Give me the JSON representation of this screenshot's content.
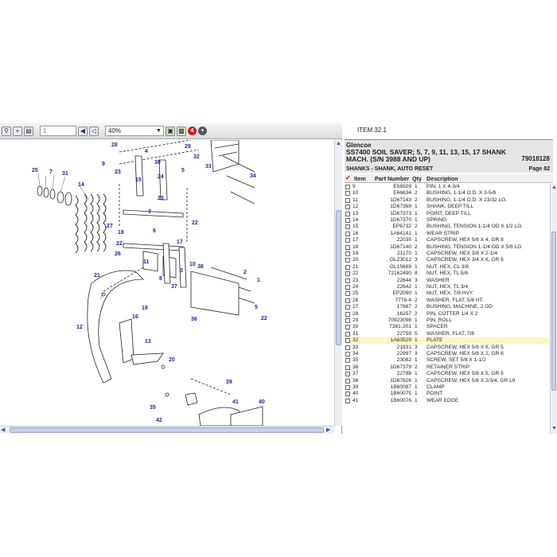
{
  "toolbar": {
    "page_value": "1",
    "zoom_value": "40%",
    "badge_value": "4",
    "icons": [
      "search-icon",
      "zoom-in-icon",
      "print-icon",
      "first-page-icon",
      "prev-page-icon",
      "next-page-icon",
      "last-page-icon",
      "fit-page-icon",
      "fit-width-icon",
      "info-icon",
      "add-icon"
    ]
  },
  "item": {
    "label": "ITEM 32.1"
  },
  "header": {
    "brand": "Glencoe",
    "title": "SS7400 SOIL SAVER; 5, 7, 9, 11, 13, 15, 17 SHANK MACH. (S/N 3988 AND UP)",
    "doc_number": "79018128",
    "section": "SHANKS - SHANK, AUTO RESET",
    "page": "Page 82"
  },
  "columns": {
    "item": "Item",
    "part": "Part Number",
    "qty": "Qty",
    "desc": "Description"
  },
  "parts": [
    {
      "item": "9",
      "part": "E56509",
      "qty": "1",
      "desc": "PIN, 1 X 4-3/4"
    },
    {
      "item": "10",
      "part": "E66634",
      "qty": "2",
      "desc": "BUSHING, 1-1/4 O.D. X 3-5/8"
    },
    {
      "item": "11",
      "part": "1D67143",
      "qty": "2",
      "desc": "BUSHING, 1-1/4 O.D. X 23/32 LG."
    },
    {
      "item": "12",
      "part": "1D67369",
      "qty": "1",
      "desc": "SHANK, DEEP TILL"
    },
    {
      "item": "13",
      "part": "1D67373",
      "qty": "1",
      "desc": "POINT, DEEP TILL"
    },
    {
      "item": "14",
      "part": "1D67370",
      "qty": "1",
      "desc": "SPRING"
    },
    {
      "item": "15",
      "part": "EP6732",
      "qty": "2",
      "desc": "BUSHING, TENSION 1-1/4 OD X 1/2 LG."
    },
    {
      "item": "16",
      "part": "1A64141",
      "qty": "1",
      "desc": "WEAR STRIP"
    },
    {
      "item": "17",
      "part": "22035",
      "qty": "1",
      "desc": "CAPSCREW, HEX 5/8 X 4, GR 8"
    },
    {
      "item": "18",
      "part": "1D67140",
      "qty": "2",
      "desc": "BUSHING, TENSION 1-1/4 OD X 5/8 LG"
    },
    {
      "item": "19",
      "part": "21170",
      "qty": "1",
      "desc": "CAPSCREW, HEX 3/8 X 2-1/4"
    },
    {
      "item": "20",
      "part": "GL23012",
      "qty": "3",
      "desc": "CAPSCREW, HEX 3/4 X 6, GR 8"
    },
    {
      "item": "21",
      "part": "GL15689",
      "qty": "1",
      "desc": "NUT, HEX, CL 3/8"
    },
    {
      "item": "22",
      "part": "72162490",
      "qty": "8",
      "desc": "NUT, HEX, TL 5/8"
    },
    {
      "item": "23",
      "part": "22644",
      "qty": "3",
      "desc": "WASHER"
    },
    {
      "item": "24",
      "part": "22642",
      "qty": "1",
      "desc": "NUT, HEX, TL 3/4"
    },
    {
      "item": "25",
      "part": "EP2090",
      "qty": "1",
      "desc": "NUT, HEX, 7/8 HVY."
    },
    {
      "item": "26",
      "part": "7778-4",
      "qty": "2",
      "desc": "WASHER, FLAT, 5/8 HT."
    },
    {
      "item": "27",
      "part": "17887",
      "qty": "2",
      "desc": "BUSHING, MACHINE, 2 OD"
    },
    {
      "item": "28",
      "part": "16257",
      "qty": "2",
      "desc": "PIN, COTTER 1/4 X 2"
    },
    {
      "item": "29",
      "part": "70923098",
      "qty": "1",
      "desc": "PIN, ROLL"
    },
    {
      "item": "30",
      "part": "7381-201",
      "qty": "1",
      "desc": "SPACER"
    },
    {
      "item": "31",
      "part": "22759",
      "qty": "5",
      "desc": "WASHER, FLAT, 7/8"
    },
    {
      "item": "32",
      "part": "1A63529",
      "qty": "1",
      "desc": "PLATE"
    },
    {
      "item": "33",
      "part": "21831",
      "qty": "3",
      "desc": "CAPSCREW, HEX 5/8 X 6, GR 5"
    },
    {
      "item": "34",
      "part": "22997",
      "qty": "3",
      "desc": "CAPSCREW, HEX 5/8 X 2, GR 8"
    },
    {
      "item": "35",
      "part": "23082",
      "qty": "1",
      "desc": "SCREW, SET 5/8 X 1-1/2"
    },
    {
      "item": "36",
      "part": "1D67379",
      "qty": "2",
      "desc": "RETAINER STRIP"
    },
    {
      "item": "37",
      "part": "22788",
      "qty": "1",
      "desc": "CAPSCREW, HEX 5/8 X 5, GR 5"
    },
    {
      "item": "38",
      "part": "1D67626",
      "qty": "1",
      "desc": "CAPSCREW, HEX 5/8 X 2/3/4, GR L9"
    },
    {
      "item": "39",
      "part": "1B60087",
      "qty": "1",
      "desc": "CLAMP"
    },
    {
      "item": "40",
      "part": "1B60075",
      "qty": "1",
      "desc": "POINT"
    },
    {
      "item": "41",
      "part": "1B60076",
      "qty": "1",
      "desc": "WEAR EDGE"
    }
  ],
  "highlight_item": "32",
  "diagram": {
    "callouts": [
      "28",
      "4",
      "30",
      "29",
      "32",
      "33",
      "34",
      "9",
      "23",
      "15",
      "24",
      "5",
      "25",
      "31",
      "7",
      "14",
      "23",
      "22",
      "3",
      "27",
      "18",
      "6",
      "22",
      "26",
      "11",
      "17",
      "8",
      "38",
      "10",
      "2",
      "3",
      "21",
      "37",
      "1",
      "5",
      "36",
      "22",
      "19",
      "16",
      "12",
      "13",
      "20",
      "39",
      "35",
      "41",
      "40",
      "42"
    ]
  }
}
